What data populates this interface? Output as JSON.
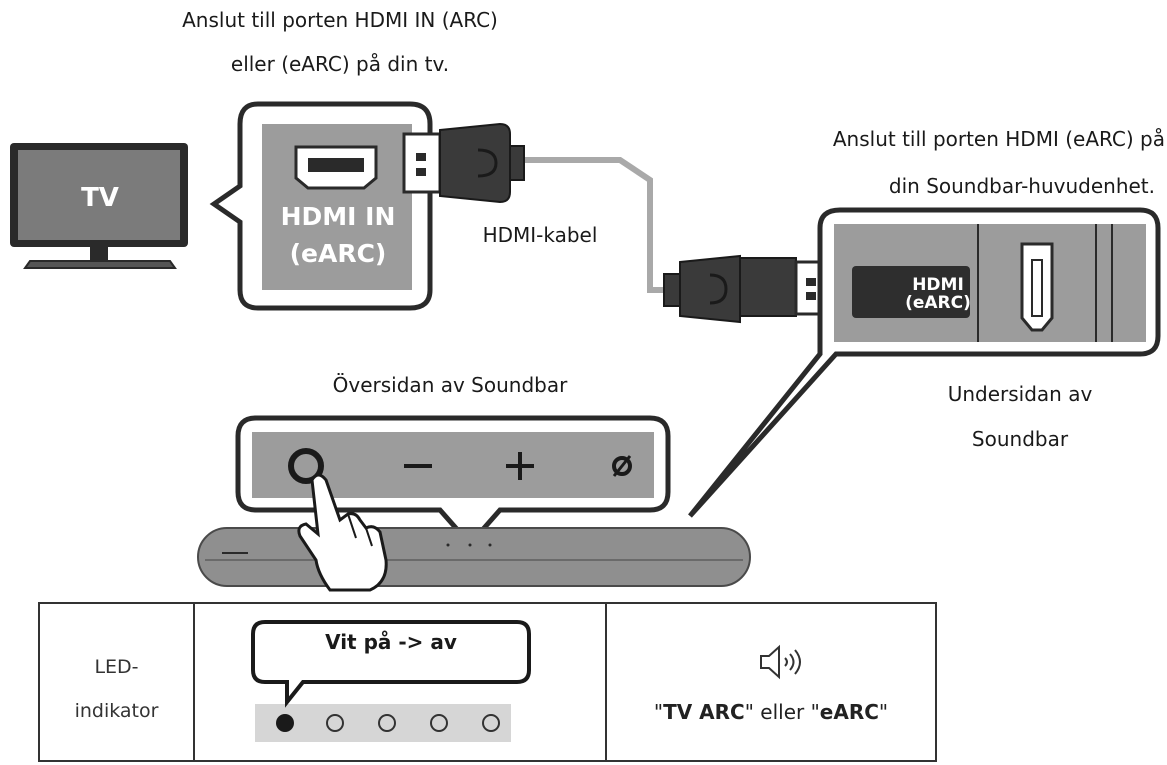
{
  "labels": {
    "tv_port_line1": "Anslut till porten HDMI IN (ARC)",
    "tv_port_line2": "eller (eARC) på din tv.",
    "soundbar_port_line1": "Anslut till porten HDMI (eARC) på",
    "soundbar_port_line2": "din Soundbar-huvudenhet.",
    "tv": "TV",
    "tv_hdmi_line1": "HDMI IN",
    "tv_hdmi_line2": "(eARC)",
    "cable": "HDMI-kabel",
    "soundbar_hdmi_line1": "HDMI",
    "soundbar_hdmi_line2": "(eARC)",
    "top_side": "Översidan av Soundbar",
    "bottom_side_line1": "Undersidan av",
    "bottom_side_line2": "Soundbar"
  },
  "buttons": {
    "power": "O",
    "minus": "−",
    "plus": "+",
    "source": "ø"
  },
  "led_table": {
    "label_line1": "LED-",
    "label_line2": "indikator",
    "bubble": "Vit på -> av",
    "status_part1": "\"",
    "status_bold1": "TV ARC",
    "status_part2": "\" eller \"",
    "status_bold2": "eARC",
    "status_part3": "\""
  },
  "colors": {
    "gray_panel": "#9c9c9c",
    "dark": "#2a2a2a",
    "tv_screen": "#7b7b7b",
    "cable": "#a9a9a9"
  }
}
